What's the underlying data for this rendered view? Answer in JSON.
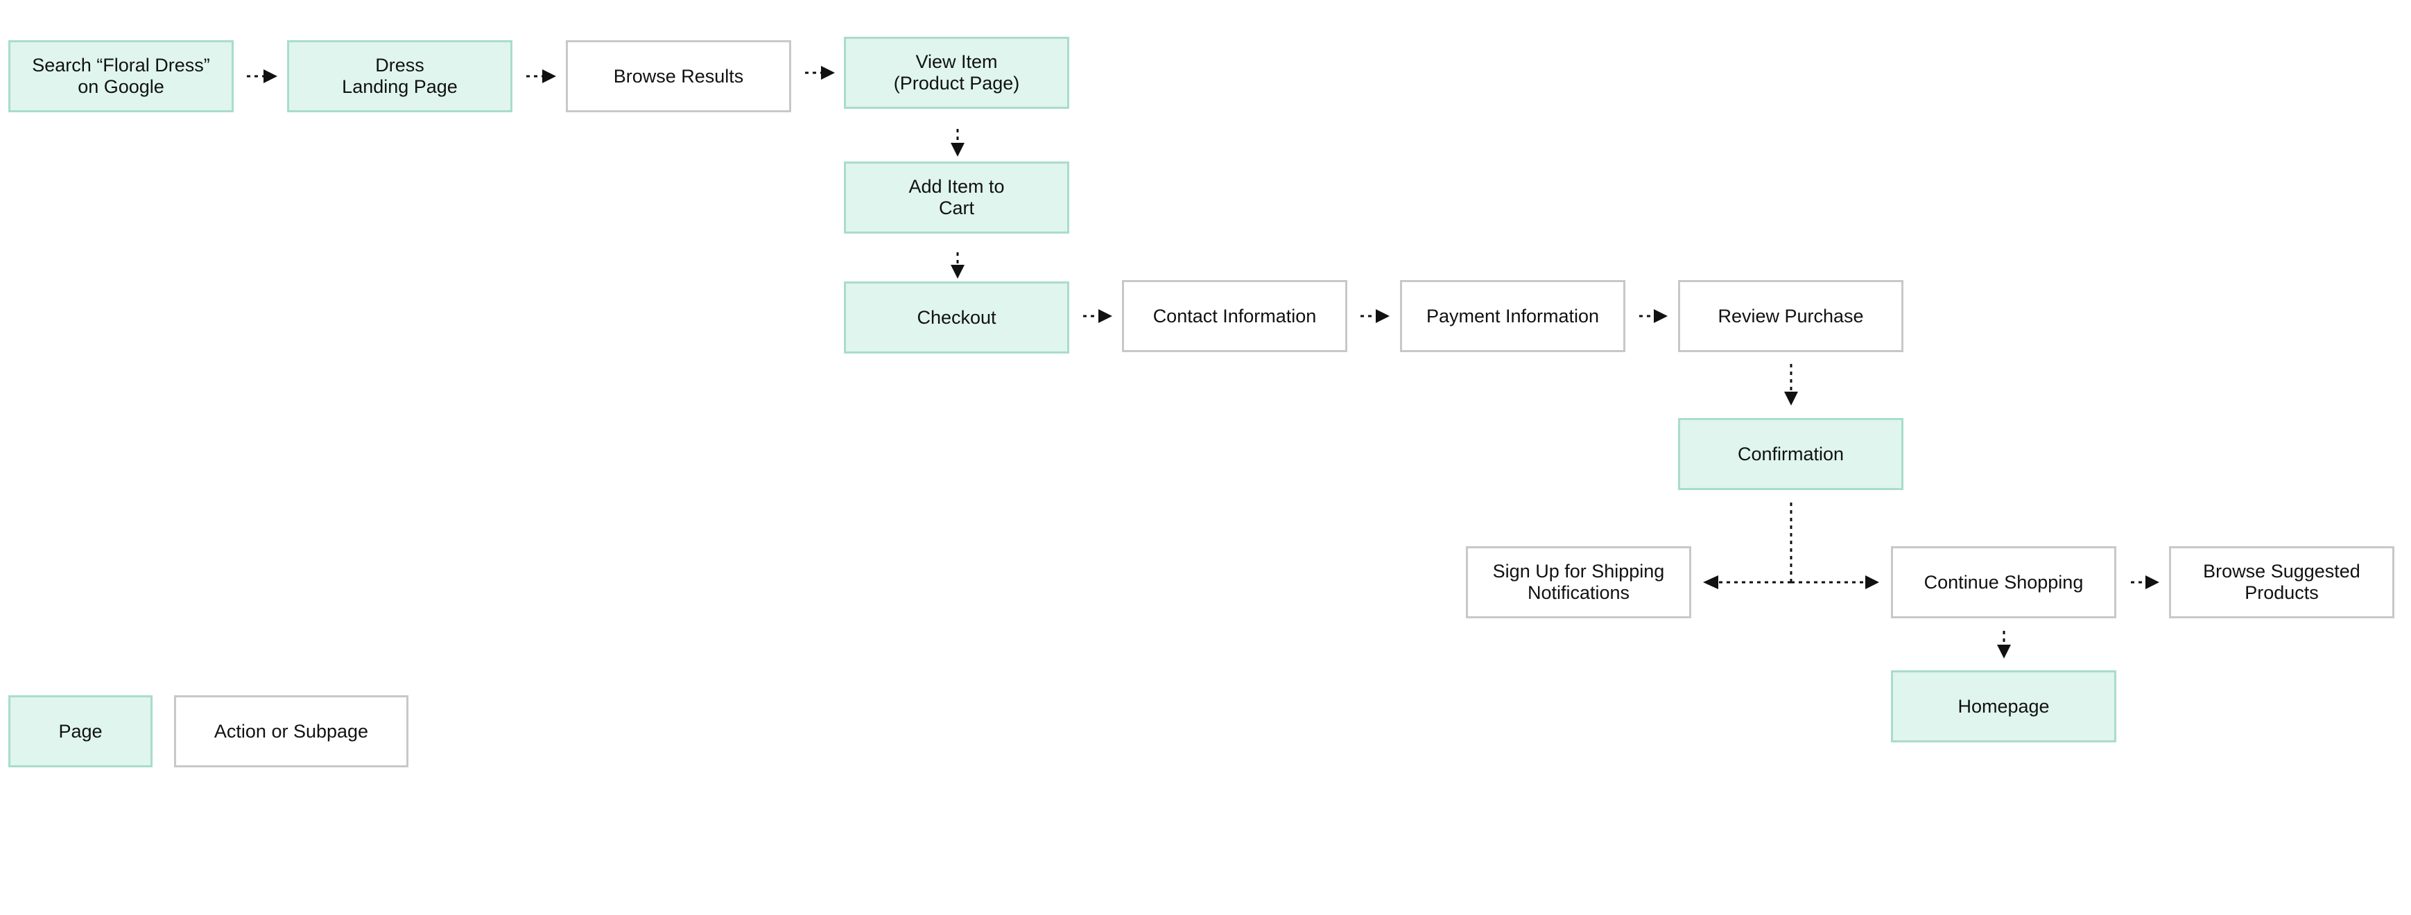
{
  "colors": {
    "page_fill": "#dff5ee",
    "page_border": "#a9dccb",
    "action_fill": "#ffffff",
    "action_border": "#c8c8c8",
    "connector": "#111111"
  },
  "nodes": {
    "search": {
      "label": "Search “Floral Dress”\non Google",
      "type": "page"
    },
    "landing": {
      "label": "Dress\nLanding Page",
      "type": "page"
    },
    "browse": {
      "label": "Browse Results",
      "type": "action"
    },
    "view_item": {
      "label": "View Item\n(Product Page)",
      "type": "page"
    },
    "add_to_cart": {
      "label": "Add Item to\nCart",
      "type": "page"
    },
    "checkout": {
      "label": "Checkout",
      "type": "page"
    },
    "contact": {
      "label": "Contact Information",
      "type": "action"
    },
    "payment": {
      "label": "Payment Information",
      "type": "action"
    },
    "review": {
      "label": "Review Purchase",
      "type": "action"
    },
    "confirmation": {
      "label": "Confirmation",
      "type": "page"
    },
    "shipping": {
      "label": "Sign Up for Shipping\nNotifications",
      "type": "action"
    },
    "continue": {
      "label": "Continue Shopping",
      "type": "action"
    },
    "suggested": {
      "label": "Browse Suggested\nProducts",
      "type": "action"
    },
    "homepage": {
      "label": "Homepage",
      "type": "page"
    }
  },
  "legend": {
    "page_label": "Page",
    "action_label": "Action or Subpage"
  }
}
